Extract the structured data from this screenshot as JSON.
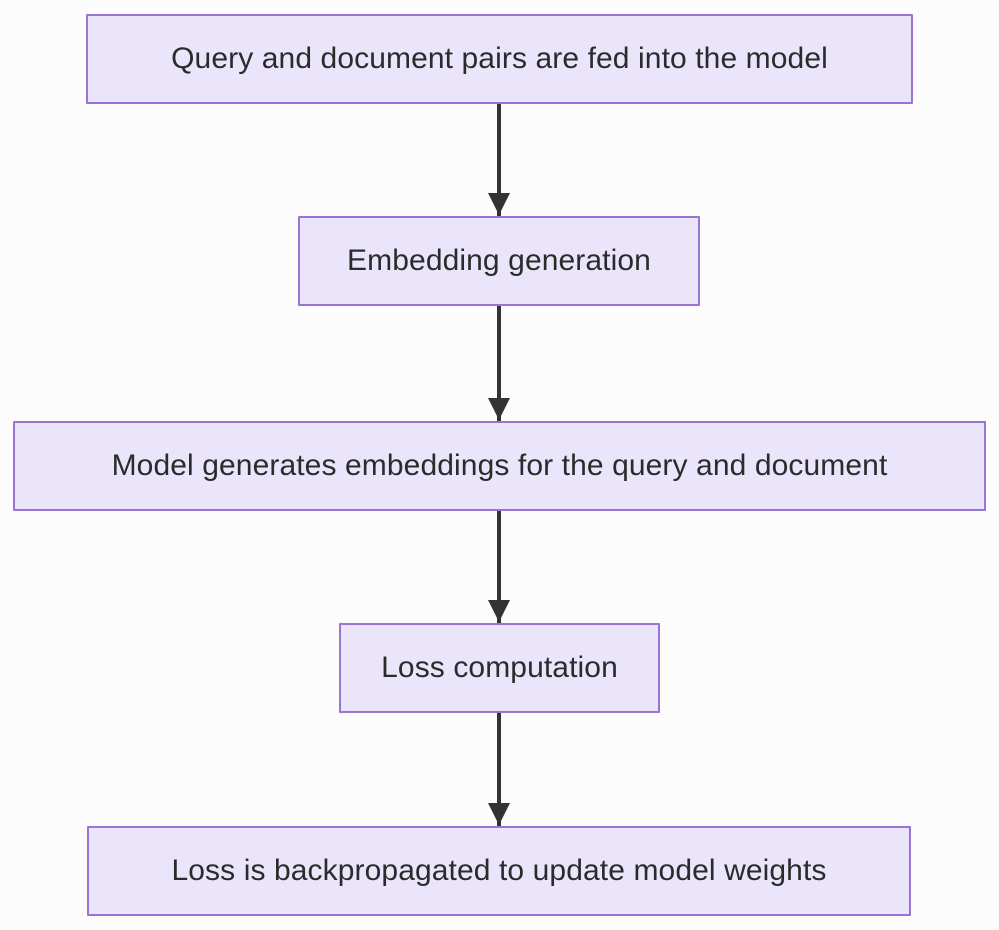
{
  "diagram": {
    "type": "flowchart",
    "direction": "top-to-bottom",
    "background_color": "#fcfcfc",
    "node_fill_color": "#ebe5fb",
    "node_border_color": "#9a73d4",
    "node_text_color": "#2b2b2b",
    "edge_color": "#333333",
    "nodes": [
      {
        "id": "n0",
        "label": "Query and document pairs are fed into the model"
      },
      {
        "id": "n1",
        "label": "Embedding generation"
      },
      {
        "id": "n2",
        "label": "Model generates embeddings for the query and document"
      },
      {
        "id": "n3",
        "label": "Loss computation"
      },
      {
        "id": "n4",
        "label": "Loss is backpropagated to update model weights"
      }
    ],
    "edges": [
      {
        "from": "n0",
        "to": "n1",
        "arrowhead": "triangle",
        "label": ""
      },
      {
        "from": "n1",
        "to": "n2",
        "arrowhead": "triangle",
        "label": ""
      },
      {
        "from": "n2",
        "to": "n3",
        "arrowhead": "triangle",
        "label": ""
      },
      {
        "from": "n3",
        "to": "n4",
        "arrowhead": "triangle",
        "label": ""
      }
    ]
  }
}
